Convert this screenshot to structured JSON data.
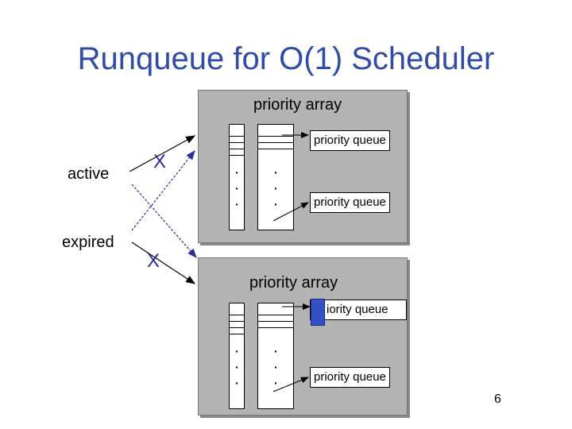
{
  "title": "Runqueue for O(1) Scheduler",
  "active_label": "active",
  "expired_label": "expired",
  "top_array": {
    "label": "priority array",
    "index": "0",
    "queue1": "priority queue",
    "queue2": "priority queue"
  },
  "bottom_array": {
    "label": "priority array",
    "index": "1",
    "queue1": "iority queue",
    "queue2": "priority queue"
  },
  "cross_marks": [
    "X",
    "X"
  ],
  "dots": "·\n·\n·",
  "page_number": "6",
  "colors": {
    "title": "#2e4ca8",
    "panel": "#b3b3b3",
    "dashed_arrow": "#2c2c9e",
    "highlight": "#3350c7"
  }
}
